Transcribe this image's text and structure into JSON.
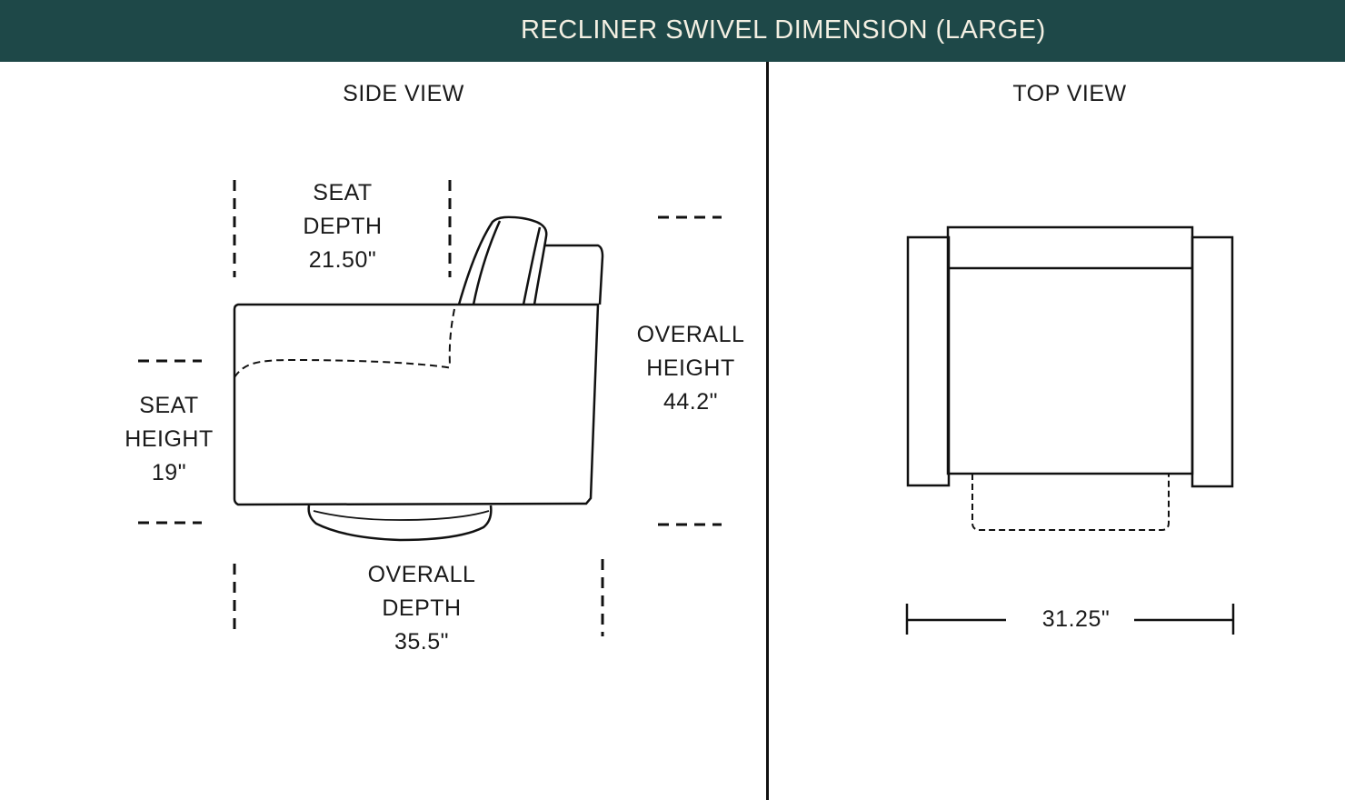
{
  "header": {
    "title": "RECLINER SWIVEL DIMENSION (LARGE)",
    "background": "#1e4848",
    "text_color": "#f3efe2"
  },
  "side_view": {
    "title": "SIDE VIEW",
    "seat_depth": {
      "line1": "SEAT",
      "line2": "DEPTH",
      "value": "21.50\""
    },
    "seat_height": {
      "line1": "SEAT",
      "line2": "HEIGHT",
      "value": "19\""
    },
    "overall_height": {
      "line1": "OVERALL",
      "line2": "HEIGHT",
      "value": "44.2\""
    },
    "overall_depth": {
      "line1": "OVERALL",
      "line2": "DEPTH",
      "value": "35.5\""
    }
  },
  "top_view": {
    "title": "TOP VIEW",
    "width": {
      "value": "31.25\""
    }
  }
}
